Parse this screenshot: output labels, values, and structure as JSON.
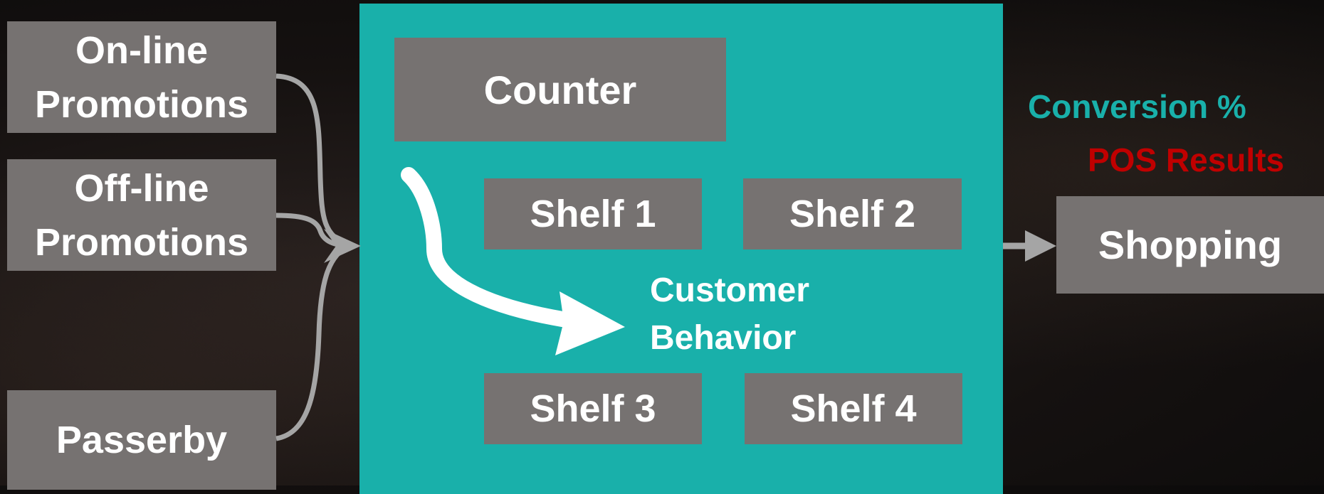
{
  "sources": [
    {
      "line1": "On-line",
      "line2": "Promotions"
    },
    {
      "line1": "Off-line",
      "line2": "Promotions"
    },
    {
      "label": "Passerby"
    }
  ],
  "store": {
    "counter": "Counter",
    "shelves": [
      "Shelf 1",
      "Shelf 2",
      "Shelf 3",
      "Shelf 4"
    ],
    "behavior_line1": "Customer",
    "behavior_line2": "Behavior"
  },
  "metrics": {
    "conversion": "Conversion %",
    "pos_results": "POS Results"
  },
  "outcome": "Shopping",
  "colors": {
    "teal": "#19b0aa",
    "box_gray": "#767271",
    "pos_red": "#c00000",
    "arrow_gray": "#a5a5a5"
  }
}
